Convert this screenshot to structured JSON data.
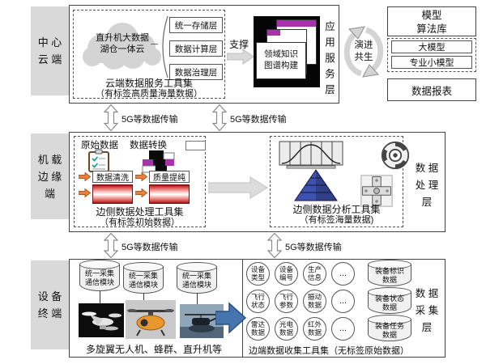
{
  "transmission_label": "5G等数据传输",
  "colors": {
    "purple": "#a832aa",
    "orange": "#e8813f",
    "blue_arrow": "#4674ac",
    "pyramid_blue": "#3d52b0",
    "band_gray": "#d9d9d9"
  },
  "cloud_layer": {
    "side_label": [
      "中 心",
      "云 端"
    ],
    "cloud": [
      "直升机大数据",
      "湖仓一体云"
    ],
    "sub_layers": [
      "统一存储层",
      "数据计算层",
      "数据治理层"
    ],
    "toolset_title": "云端数据服务工具集",
    "toolset_subtitle": "（有标签高质量海量数据）",
    "support": "支撑",
    "doc": [
      "领域知识",
      "图谱构建"
    ],
    "app_service": "应用服务层",
    "cycle": [
      "演进",
      "共生"
    ],
    "model_lib": [
      "模型",
      "算法库"
    ],
    "big_model": "大模型",
    "small_model": "专业小模型",
    "report": "数据报表"
  },
  "edge_layer": {
    "side_label": [
      "机 载",
      "边 缘",
      "端"
    ],
    "raw_data": "原始数据",
    "transform": "数据转换",
    "clean": "数据清洗",
    "purify": "质量提纯",
    "proc_title": "边侧数据处理工具集",
    "proc_subtitle": "（有标签初始数据）",
    "ana_title": "边侧数据分析工具集",
    "ana_subtitle": "（有标签海量数据)",
    "layer_label": [
      "数 据",
      "处 理",
      "层"
    ]
  },
  "device_layer": {
    "side_label": [
      "设 备",
      "终 端"
    ],
    "comm": [
      "统一采集",
      "通信模块"
    ],
    "caption": "多旋翼无人机、蜂群、直升机等",
    "circles": [
      [
        "设备",
        "类型"
      ],
      [
        "设备",
        "编号"
      ],
      [
        "生产",
        "信息"
      ],
      [
        "飞行",
        "状态"
      ],
      [
        "飞行",
        "参数"
      ],
      [
        "振动",
        "数据"
      ],
      [
        "雷达",
        "数据"
      ],
      [
        "光电",
        "数据"
      ],
      [
        "红外",
        "数据"
      ]
    ],
    "ellipsis": "...",
    "cylinders": [
      [
        "装备标识",
        "数据"
      ],
      [
        "装备状态",
        "数据"
      ],
      [
        "装备任务",
        "数据"
      ]
    ],
    "coll_title": "边端数据收集工具集（无标签原始数据）",
    "layer_label": [
      "数 据",
      "采 集",
      "层"
    ]
  }
}
